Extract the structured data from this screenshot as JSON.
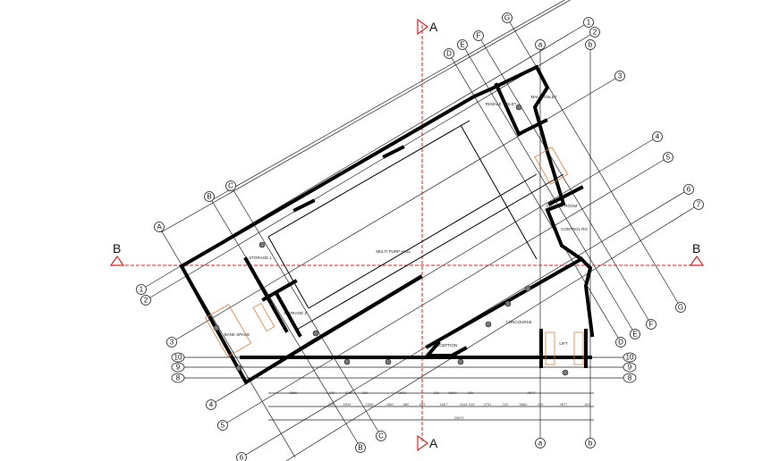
{
  "section_markers": {
    "a_top": "A",
    "a_bottom": "A",
    "b_left": "B",
    "b_right": "B"
  },
  "grid_bubbles": {
    "top": [
      "G",
      "F",
      "E",
      "D",
      "a",
      "1",
      "2",
      "b",
      "3",
      "4",
      "5",
      "6",
      "7"
    ],
    "left": [
      "A",
      "B",
      "C",
      "1",
      "2",
      "3",
      "4",
      "5",
      "6"
    ],
    "right_lower": [
      "G",
      "F",
      "E",
      "D"
    ],
    "bottom": [
      "B",
      "C",
      "a",
      "b"
    ],
    "rows_left": [
      "10",
      "9",
      "8"
    ],
    "rows_right": [
      "10",
      "9",
      "8"
    ]
  },
  "rooms": {
    "hall": "MULTI PURP HALL",
    "storage1": "STORAGE 1",
    "storage2": "STORAGE 2",
    "bank": "BANK SPACE",
    "reception": "RECEPTION",
    "concourse": "CONCOURSE",
    "lift": "LIFT",
    "female_toilet": "FEMALE TOILET",
    "male_toilet": "MALE TOILET",
    "change_room": "CHANGE ROOM",
    "control_room": "CONTROL RO"
  },
  "dimensions": {
    "row1": [
      "8568",
      "229",
      "3729",
      "229",
      "3620",
      "229",
      "6600",
      "229",
      "3547"
    ],
    "row2": [
      "229",
      "5934",
      "2359",
      "2862",
      "880",
      "609",
      "1657",
      "2344",
      "229",
      "3751",
      "229",
      "5880",
      "229",
      "4877",
      "609"
    ],
    "total": "29679"
  }
}
